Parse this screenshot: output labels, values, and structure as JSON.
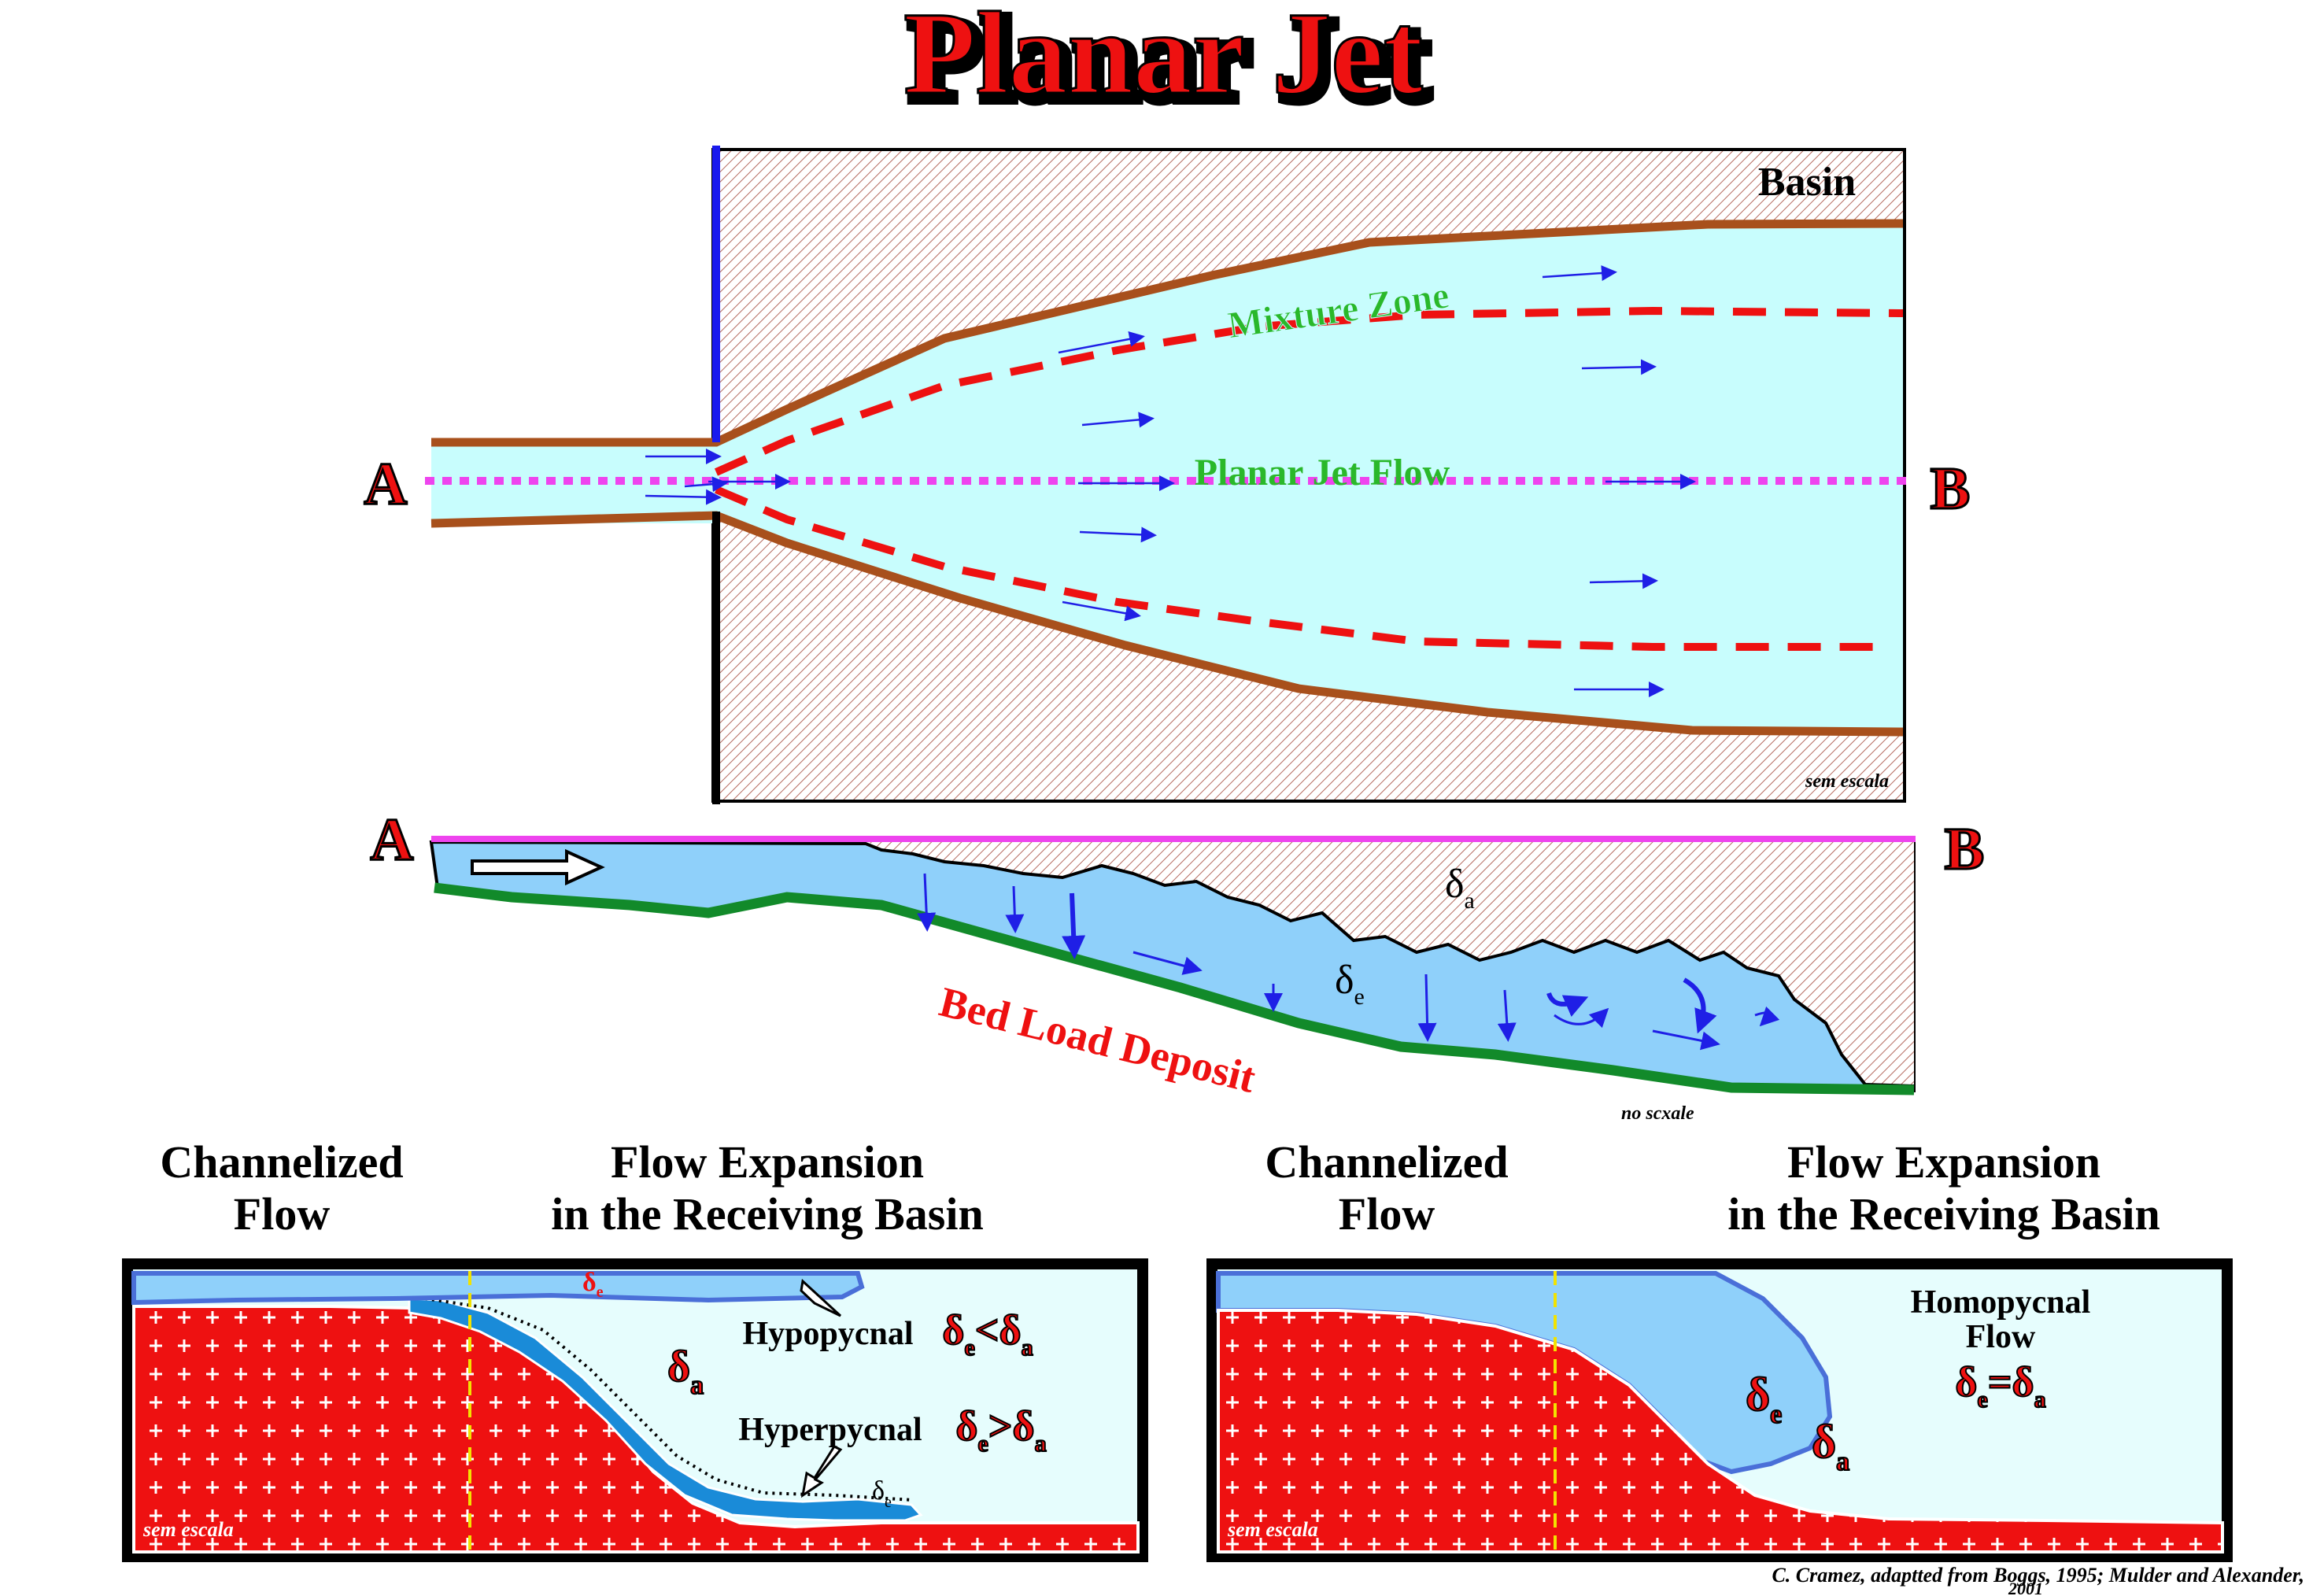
{
  "title": "Planar Jet",
  "plan_view": {
    "basin_label": "Basin",
    "mixture_label": "Mixture Zone",
    "jet_label": "Planar Jet Flow",
    "point_a": "A",
    "point_b": "B",
    "scale_note": "sem escala"
  },
  "section_view": {
    "point_a": "A",
    "point_b": "B",
    "delta_a": "δ",
    "delta_a_sub": "a",
    "delta_e": "δ",
    "delta_e_sub": "e",
    "deposit_label": "Bed Load Deposit",
    "scale_note": "no scxale"
  },
  "heading_left": {
    "channel_line1": "Channelized",
    "channel_line2": "Flow",
    "expansion_line1": "Flow Expansion",
    "expansion_line2": "in the Receiving Basin"
  },
  "heading_right": {
    "channel_line1": "Channelized",
    "channel_line2": "Flow",
    "expansion_line1": "Flow Expansion",
    "expansion_line2": "in the Receiving Basin"
  },
  "panel_left": {
    "delta_e_small": "δ",
    "delta_e_small_sub": "e",
    "delta_a": "δ",
    "delta_a_sub": "a",
    "hypopycnal_label": "Hypopycnal",
    "hypo_relation": {
      "l": "δ",
      "ls": "e",
      "op": "<",
      "r": "δ",
      "rs": "a"
    },
    "hyperpycnal_label": "Hyperpycnal",
    "hyper_relation": {
      "l": "δ",
      "ls": "e",
      "op": ">",
      "r": "δ",
      "rs": "a"
    },
    "delta_e_bottom": "δ",
    "delta_e_bottom_sub": "e",
    "scale_note": "sem escala"
  },
  "panel_right": {
    "homo_line1": "Homopycnal",
    "homo_line2": "Flow",
    "homo_relation": {
      "l": "δ",
      "ls": "e",
      "op": "=",
      "r": "δ",
      "rs": "a"
    },
    "delta_e": "δ",
    "delta_e_sub": "e",
    "delta_a": "δ",
    "delta_a_sub": "a",
    "scale_note": "sem escala"
  },
  "credit_line1": "C. Cramez, adaptted from Boggs, 1995; Mulder and Alexander,",
  "credit_line2": "2001",
  "colors": {
    "title_red": "#ee1111",
    "water": "#c8fdfd",
    "flow_blue": "#8fd0fa",
    "dense_blue": "#1a8bd8",
    "brown": "#a8501c",
    "red_dash": "#ee1111",
    "magenta": "#ee44ee",
    "green": "#128a2a",
    "label_green": "#2ab82a",
    "basement_red": "#ee1111",
    "arrow_blue": "#1f1fe6",
    "basin_bg": "#e6fdfd"
  }
}
